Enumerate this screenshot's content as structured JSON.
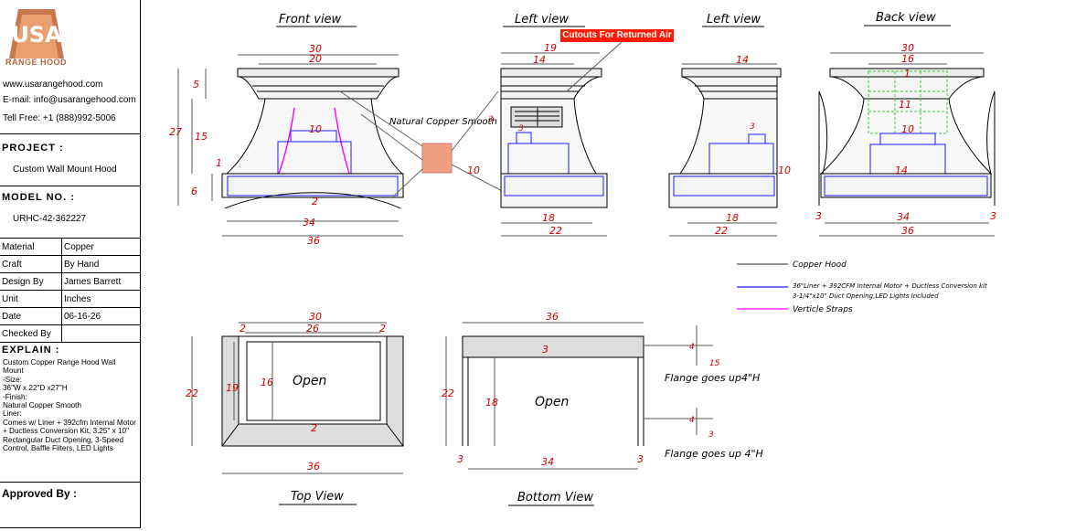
{
  "company": {
    "logo_text": "USA",
    "logo_subtitle": "RANGE HOOD",
    "website": "www.usarangehood.com",
    "email": "E-mail: info@usarangehood.com",
    "phone": "Tell Free: +1 (888)992-5006"
  },
  "project": {
    "label": "PROJECT :",
    "value": "Custom Wall Mount Hood"
  },
  "model": {
    "label": "MODEL NO. :",
    "value": "URHC-42-362227"
  },
  "specs": [
    {
      "key": "Material",
      "value": "Copper"
    },
    {
      "key": "Craft",
      "value": "By Hand"
    },
    {
      "key": "Design By",
      "value": "James Barrett"
    },
    {
      "key": "Unit",
      "value": "Inches"
    },
    {
      "key": "Date",
      "value": "06-16-26"
    },
    {
      "key": "Checked By",
      "value": ""
    }
  ],
  "explain": {
    "label": "EXPLAIN :",
    "lines": [
      "Custom Copper  Range Hood Wall Mount",
      "-Size:",
      "36\"W x 22\"D x27\"H",
      "-Finish:",
      "Natural Copper Smooth",
      "Liner:",
      "Comes w/ Liner + 392cfm Internal Motor + Ductless Conversion Kit, 3.25\" x 10\" Rectangular Duct Opening, 3-Speed Control, Baffle Filters, LED Lights"
    ]
  },
  "approved": {
    "label": "Approved By :"
  },
  "views": {
    "front": "Front view",
    "left1": "Left view",
    "left2": "Left view",
    "back": "Back view",
    "top": "Top View",
    "bottom": "Bottom View"
  },
  "annotations": {
    "cutouts": "Cutouts For Returned Air",
    "finish": "Natural Copper Smooth",
    "open_top": "Open",
    "open_bottom": "Open",
    "flange1": "Flange goes up4\"H",
    "flange2": "Flange goes up 4\"H"
  },
  "legend": {
    "copper": "Copper Hood",
    "liner1": "36\"Liner + 392CFM Internal Motor + Ductless Conversion kit",
    "liner2": "3-1/4\"x10\" Duct Opening,LED Lights Included",
    "straps": "Verticle Straps"
  },
  "colors": {
    "dimension": "#d40000",
    "liner": "#1a1aff",
    "straps": "#ff00ff",
    "back_grid": "#33cc33",
    "copper_swatch": "#f0a080",
    "callout_bg": "#ff1a00"
  },
  "dimensions": {
    "front": {
      "top_width": "30",
      "crown_width": "20",
      "crown_h": "5",
      "body_h": "15",
      "total_h": "27",
      "duct_w": "10",
      "band_h": "1",
      "bottom_h": "6",
      "arch_rise": "2",
      "inner_w": "34",
      "width": "36"
    },
    "left": {
      "top": "19",
      "crown": "14",
      "vent_h": "3",
      "vent_w": "3",
      "liner_h": "10",
      "bottom": "18",
      "depth": "22"
    },
    "left2": {
      "top": "14",
      "duct": "3",
      "liner_h": "10",
      "bottom": "18",
      "depth": "22"
    },
    "back": {
      "top": "30",
      "grid": "16",
      "grid_h": "11",
      "duct_w": "10",
      "liner_w": "14",
      "side": "3",
      "inner": "34",
      "width": "36",
      "band": "1"
    },
    "top": {
      "width_top": "30",
      "inner": "26",
      "side": "2",
      "depth": "22",
      "inner_d": "19",
      "open_d": "16",
      "front": "2",
      "width": "36"
    },
    "bottom": {
      "width": "36",
      "flange": "3",
      "depth": "22",
      "open_d": "18",
      "inner": "34",
      "side": "3",
      "flange_h": "4",
      "flange_t": "15"
    }
  }
}
